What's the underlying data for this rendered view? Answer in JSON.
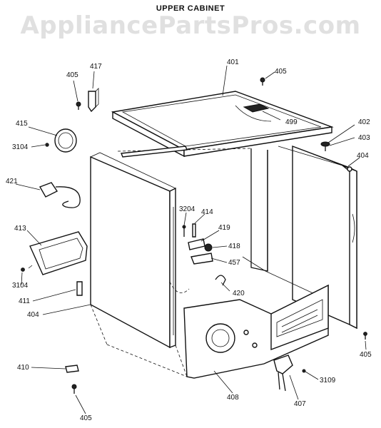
{
  "header": {
    "title": "UPPER CABINET",
    "watermark": "AppliancePartsPros.com"
  },
  "callouts": {
    "c401": "401",
    "c405_top_left": "405",
    "c417": "417",
    "c405_top_right": "405",
    "c415": "415",
    "c402": "402",
    "c403": "403",
    "c499": "499",
    "c3104_top": "3104",
    "c404_right": "404",
    "c421": "421",
    "c3204": "3204",
    "c414": "414",
    "c419": "419",
    "c413": "413",
    "c418": "418",
    "c457": "457",
    "c3104_bottom": "3104",
    "c420": "420",
    "c411": "411",
    "c404_left": "404",
    "c405_right_bottom": "405",
    "c410": "410",
    "c3109": "3109",
    "c408": "408",
    "c407": "407",
    "c405_bottom": "405"
  }
}
